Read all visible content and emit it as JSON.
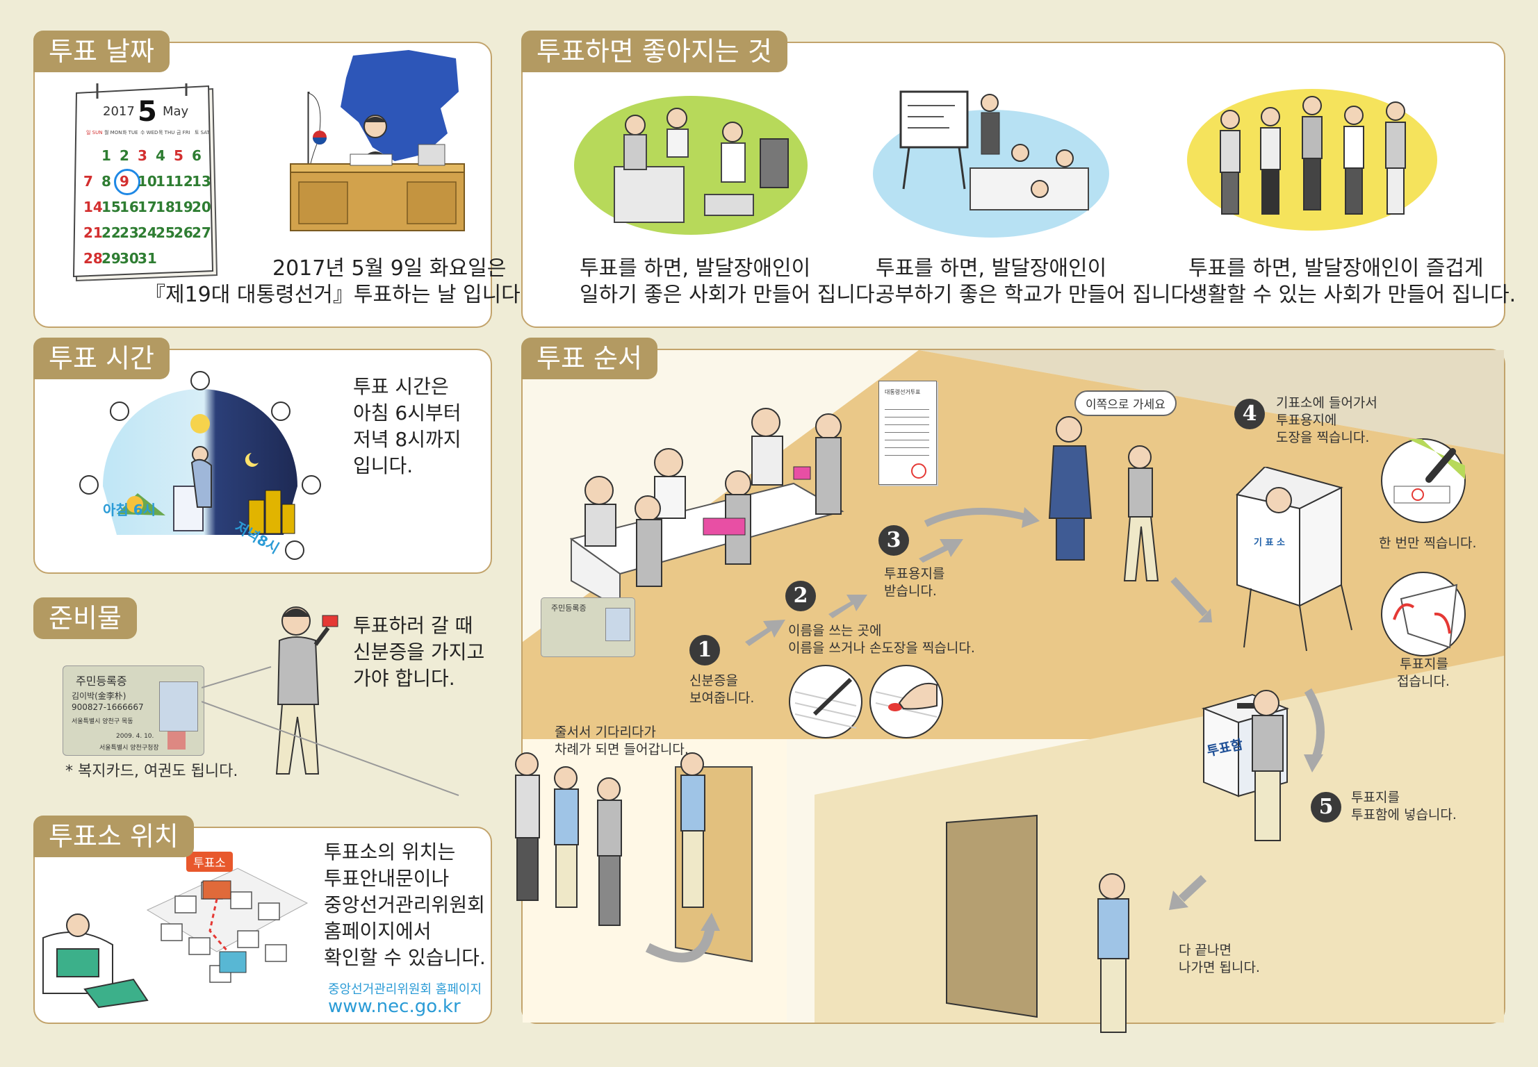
{
  "sections": {
    "date": {
      "tab": "투표 날짜",
      "line1": "2017년 5월 9일 화요일은",
      "line2": "『제19대 대통령선거』투표하는 날 입니다."
    },
    "benefits": {
      "tab": "투표하면 좋아지는 것"
    },
    "time": {
      "tab": "투표 시간",
      "line1": "투표 시간은",
      "line2": "아침 6시부터",
      "line3": "저녁 8시까지",
      "line4": "입니다.",
      "morning": "아침 6시",
      "evening": "저녁8시"
    },
    "prep": {
      "tab": "준비물",
      "line1": "투표하러 갈 때",
      "line2": "신분증을 가지고",
      "line3": "가야 합니다.",
      "note": "* 복지카드, 여권도 됩니다."
    },
    "location": {
      "tab": "투표소 위치",
      "line1": "투표소의 위치는",
      "line2": "투표안내문이나",
      "line3": "중앙선거관리위원회",
      "line4": "홈페이지에서",
      "line5": "확인할 수 있습니다.",
      "site_label": "중앙선거관리위원회 홈페이지",
      "url": "www.nec.go.kr",
      "map_tag": "투표소"
    },
    "order": {
      "tab": "투표 순서"
    }
  },
  "calendar": {
    "year": "2017",
    "month": "5",
    "month_name": "May",
    "weekdays": [
      "일 SUN",
      "월 MON",
      "화 TUE",
      "수 WED",
      "목 THU",
      "금 FRI",
      "토 SAT"
    ],
    "rows": [
      [
        "",
        "1",
        "2",
        "3",
        "4",
        "5",
        "6"
      ],
      [
        "7",
        "8",
        "9",
        "10",
        "11",
        "12",
        "13"
      ],
      [
        "14",
        "15",
        "16",
        "17",
        "18",
        "19",
        "20"
      ],
      [
        "21",
        "22",
        "23",
        "24",
        "25",
        "26",
        "27"
      ],
      [
        "28",
        "29",
        "30",
        "31",
        "",
        "",
        ""
      ]
    ],
    "highlight": "9",
    "colors": {
      "weekday": "#2e7d32",
      "holiday": "#d32f2f",
      "circle": "#1e88e5"
    }
  },
  "benefit_items": [
    {
      "line1": "투표를 하면, 발달장애인이",
      "line2": "일하기 좋은 사회가 만들어 집니다."
    },
    {
      "line1": "투표를 하면, 발달장애인이",
      "line2": "공부하기 좋은 학교가 만들어 집니다."
    },
    {
      "line1": "투표를 하면, 발달장애인이 즐겁게",
      "line2": "생활할 수 있는 사회가 만들어 집니다."
    }
  ],
  "id_card": {
    "title": "주민등록증",
    "name": "김이박(金李朴)",
    "number": "900827-1666667",
    "addr1": "서울특별시 양천구 목동",
    "date": "2009. 4. 10.",
    "issuer": "서울특별시 양천구청장"
  },
  "steps": {
    "s1": {
      "num": "1",
      "line1": "신분증을",
      "line2": "보여줍니다."
    },
    "s2": {
      "num": "2",
      "line1": "이름을 쓰는 곳에",
      "line2": "이름을 쓰거나 손도장을 찍습니다."
    },
    "s3": {
      "num": "3",
      "line1": "투표용지를",
      "line2": "받습니다."
    },
    "s4": {
      "num": "4",
      "line1": "기표소에 들어가서",
      "line2": "투표용지에",
      "line3": "도장을 찍습니다."
    },
    "s5": {
      "num": "5",
      "line1": "투표지를",
      "line2": "투표함에 넣습니다."
    },
    "queue": {
      "line1": "줄서서 기다리다가",
      "line2": "차례가 되면 들어갑니다."
    },
    "exit": {
      "line1": "다 끝나면",
      "line2": "나가면 됩니다."
    },
    "speech": "이쪽으로 가세요",
    "stamp_once": "한 번만 찍습니다.",
    "fold": {
      "line1": "투표지를",
      "line2": "접습니다."
    },
    "booth_label": "기 표 소",
    "box_label": "투표함",
    "ballot_title": "대통령선거투표"
  }
}
